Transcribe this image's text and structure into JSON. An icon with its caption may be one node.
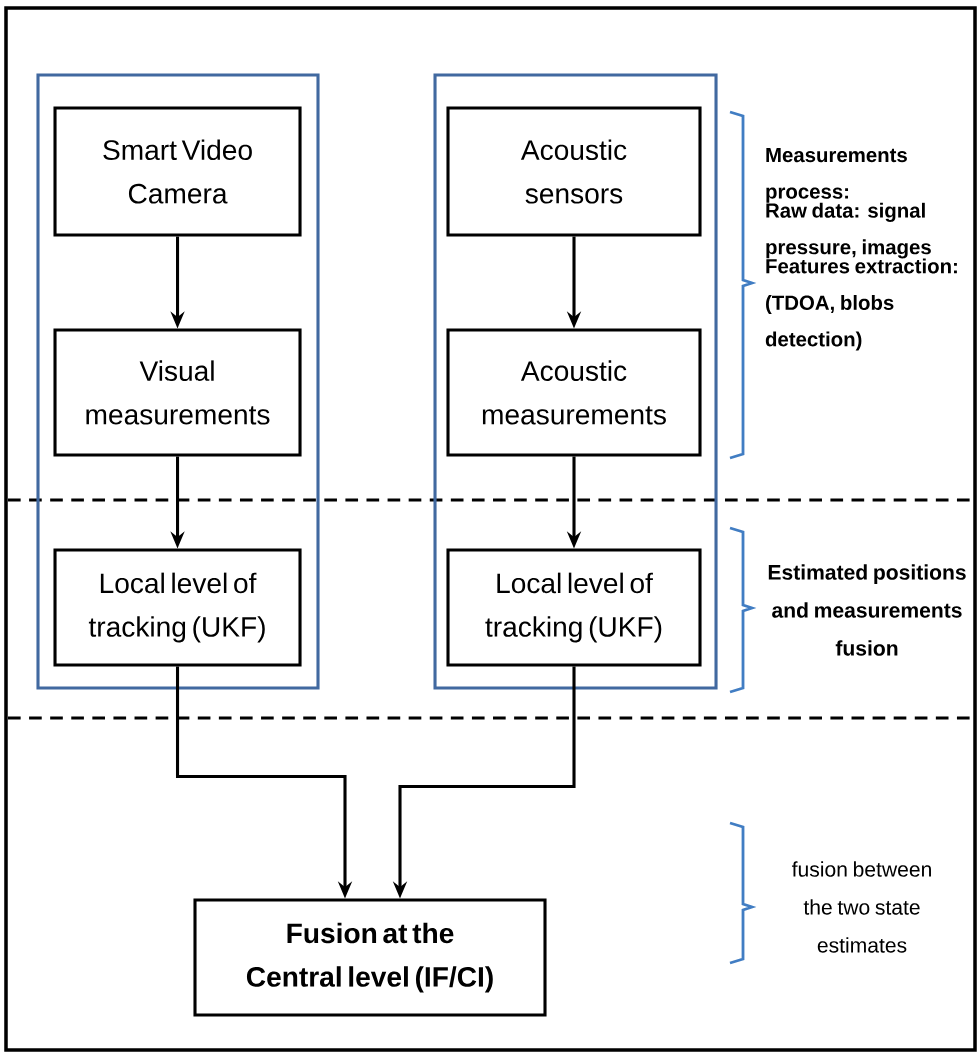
{
  "diagram": {
    "nodes": [
      {
        "text": [],
        "shape": "box"
      },
      {
        "text": [
          "Smart Video Camera"
        ],
        "in": 0
      },
      {
        "text": [
          "Visual measurements"
        ],
        "in": 0
      },
      {
        "text": [
          "Local level of tracking (UKF)"
        ],
        "in": 0
      },
      {
        "text": [],
        "shape": "box"
      },
      {
        "text": [
          "Acoustic sensors"
        ],
        "in": 4
      },
      {
        "text": [
          "Acoustic measurements"
        ],
        "in": 4
      },
      {
        "text": [
          "Local level of tracking (UKF)"
        ],
        "in": 4
      },
      {
        "text": [
          "Fusion at the Central level (IF/CI)"
        ]
      }
    ],
    "edges": [
      {
        "from": 1,
        "to": 2,
        "arrow": "to"
      },
      {
        "from": 2,
        "to": 3,
        "arrow": "to"
      },
      {
        "from": 5,
        "to": 6,
        "arrow": "to"
      },
      {
        "from": 6,
        "to": 7,
        "arrow": "to"
      },
      {
        "from": 3,
        "to": 8,
        "arrow": "to"
      },
      {
        "from": 7,
        "to": 8,
        "arrow": "to"
      }
    ],
    "labels": [
      "Measurements process:",
      "Raw data: signal pressure, images",
      "Features extraction: (TDOA, blobs detection)",
      "Estimated positions and measurements fusion",
      "fusion between the two state estimates"
    ]
  }
}
